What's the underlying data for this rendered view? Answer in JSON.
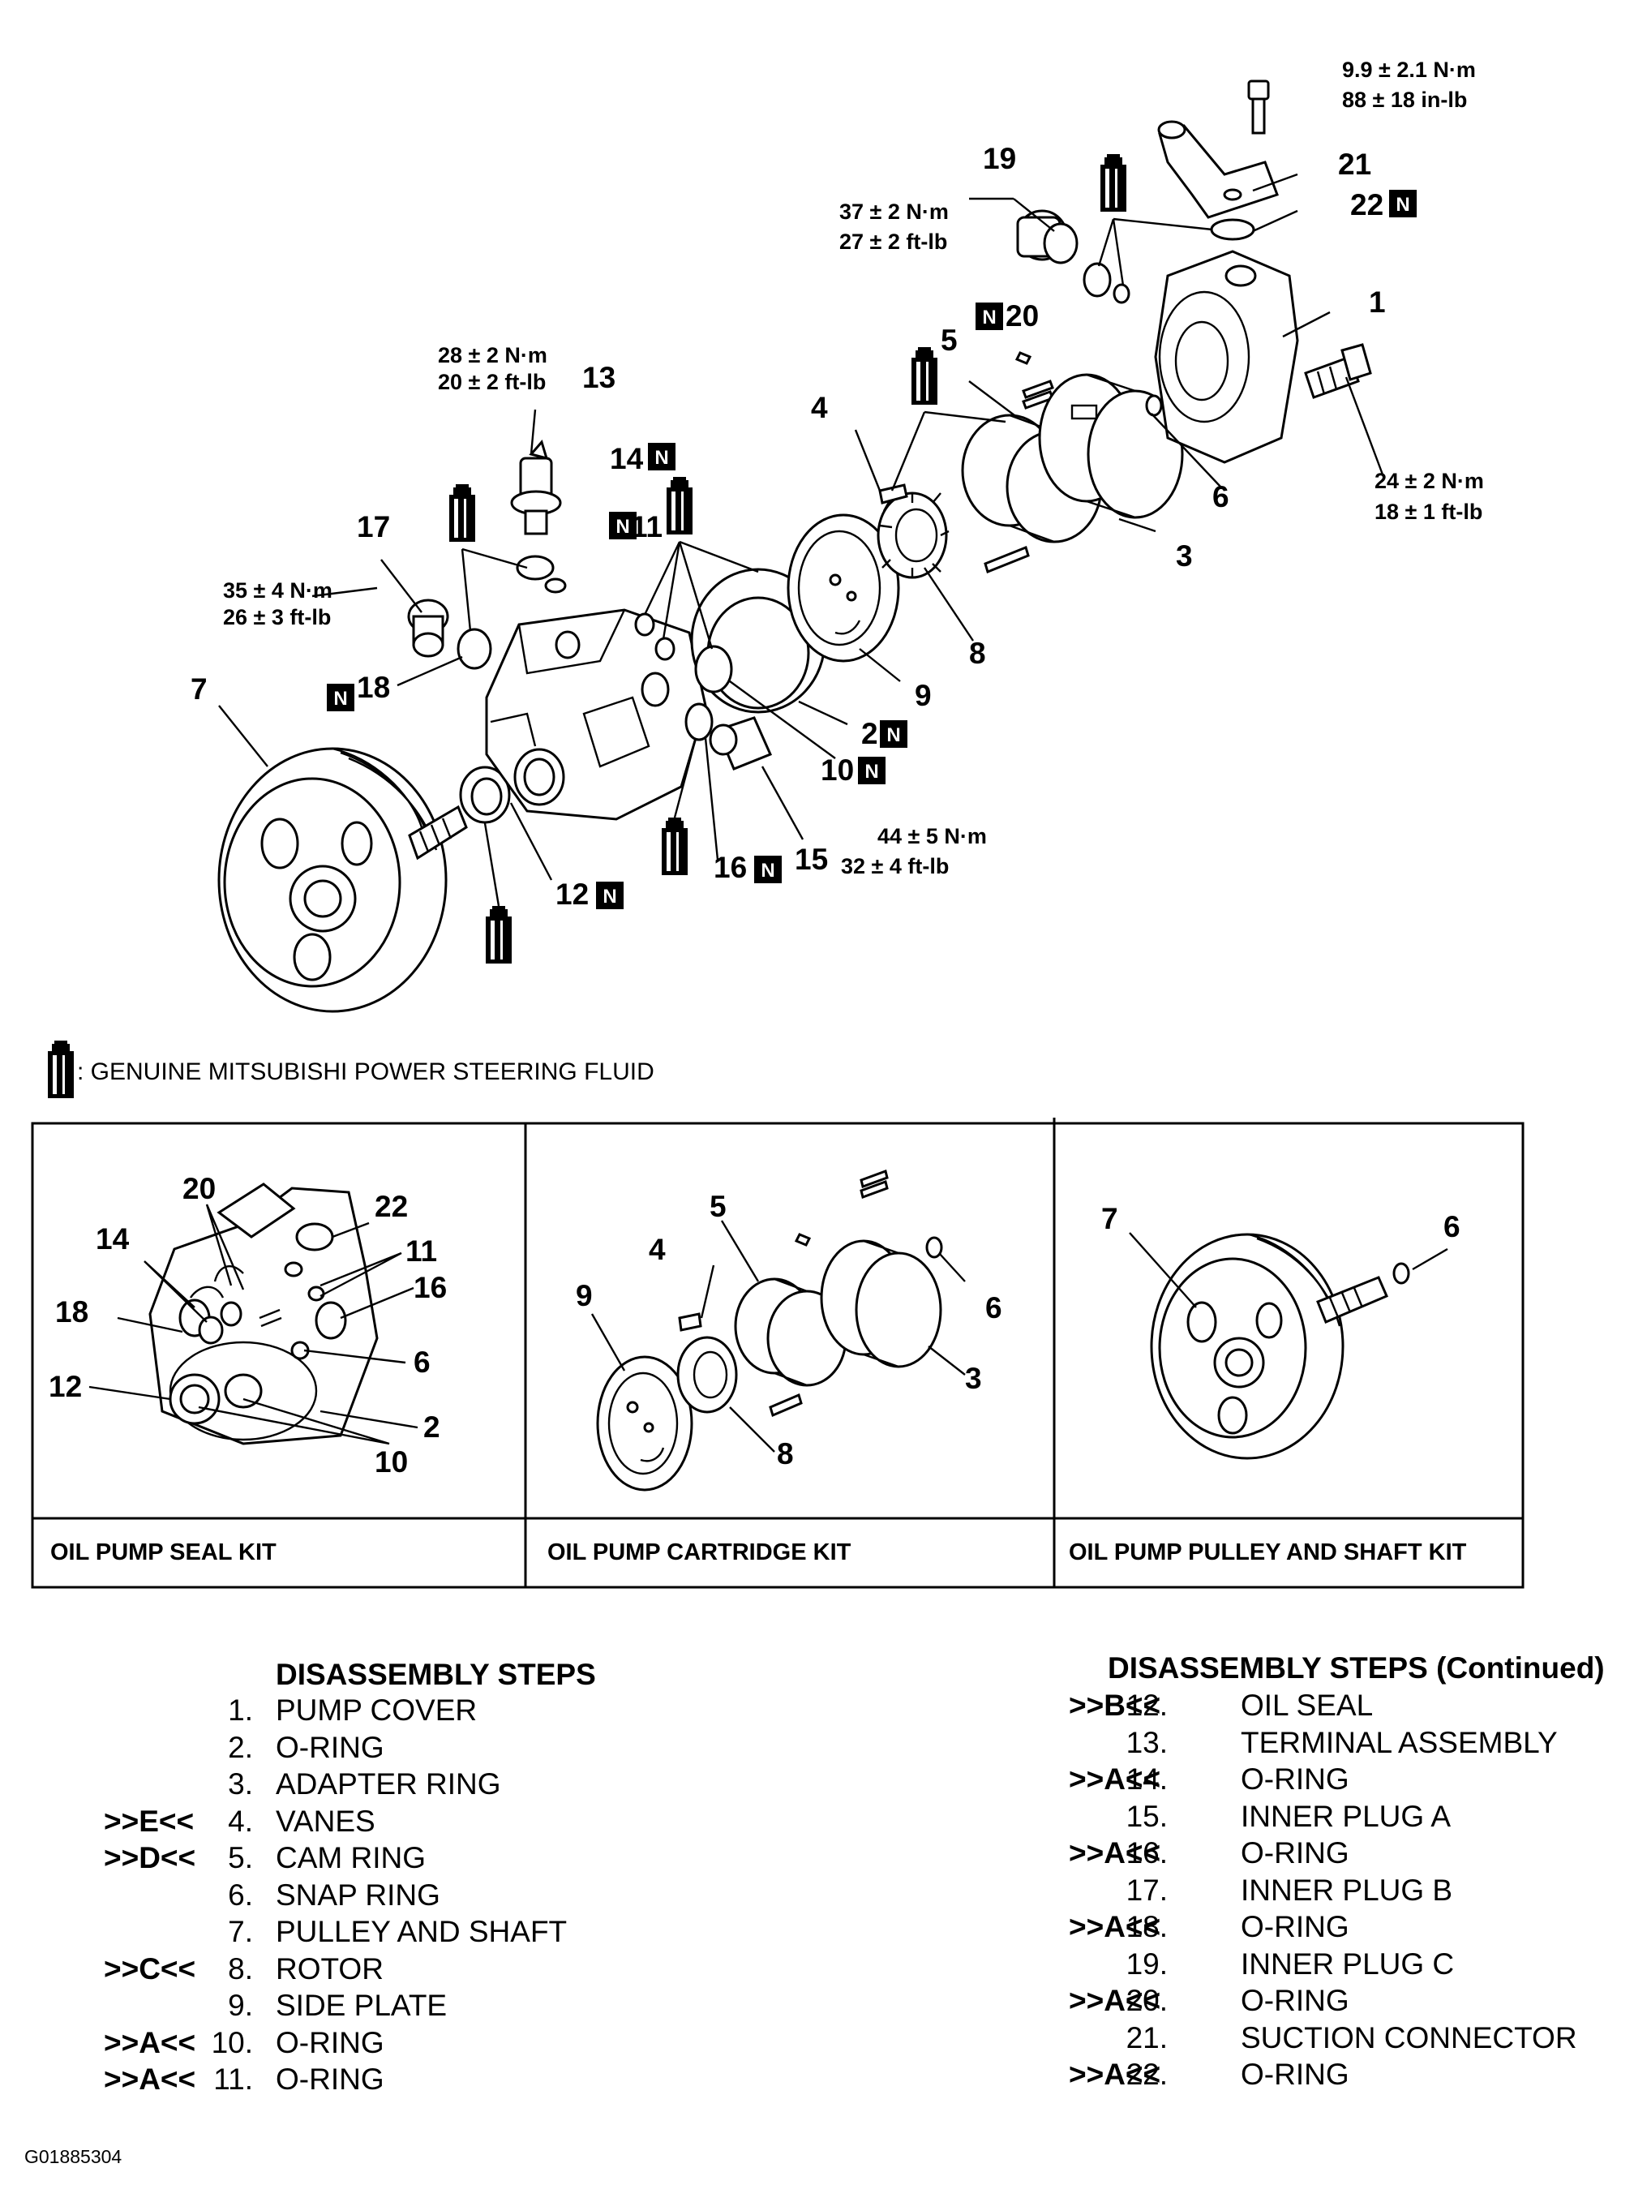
{
  "figure_code": "G01885304",
  "fluid_note": ": GENUINE MITSUBISHI POWER STEERING FLUID",
  "new_part_tag": "N",
  "torque_specs": {
    "t21": [
      "9.9 ± 2.1 N·m",
      "88 ± 18 in-lb"
    ],
    "t19": [
      "37 ± 2 N·m",
      "27 ± 2 ft-lb"
    ],
    "t13": [
      "28 ± 2 N·m",
      "20 ± 2 ft-lb"
    ],
    "t1": [
      "24 ± 2 N·m",
      "18 ± 1 ft-lb"
    ],
    "t17": [
      "35 ± 4 N·m",
      "26 ± 3 ft-lb"
    ],
    "t15": [
      "44 ± 5 N·m",
      "32 ± 4 ft-lb"
    ]
  },
  "callouts": {
    "c1": "1",
    "c2": "2",
    "c3": "3",
    "c4": "4",
    "c5": "5",
    "c6": "6",
    "c7": "7",
    "c8": "8",
    "c9": "9",
    "c10": "10",
    "c11": "11",
    "c12": "12",
    "c13": "13",
    "c14": "14",
    "c15": "15",
    "c16": "16",
    "c17": "17",
    "c18": "18",
    "c19": "19",
    "c20": "20",
    "c21": "21",
    "c22": "22"
  },
  "kits": [
    {
      "label": "OIL PUMP SEAL KIT",
      "callouts": [
        "20",
        "22",
        "14",
        "11",
        "16",
        "18",
        "6",
        "12",
        "2",
        "10"
      ]
    },
    {
      "label": "OIL PUMP CARTRIDGE KIT",
      "callouts": [
        "5",
        "4",
        "9",
        "6",
        "3",
        "8"
      ]
    },
    {
      "label": "OIL PUMP PULLEY AND SHAFT KIT",
      "callouts": [
        "7",
        "6"
      ]
    }
  ],
  "steps_left": {
    "title": "DISASSEMBLY STEPS",
    "items": [
      {
        "mark": "",
        "num": "1.",
        "name": "PUMP COVER"
      },
      {
        "mark": "",
        "num": "2.",
        "name": "O-RING"
      },
      {
        "mark": "",
        "num": "3.",
        "name": "ADAPTER RING"
      },
      {
        "mark": ">>E<<",
        "num": "4.",
        "name": "VANES"
      },
      {
        "mark": ">>D<<",
        "num": "5.",
        "name": "CAM RING"
      },
      {
        "mark": "",
        "num": "6.",
        "name": "SNAP RING"
      },
      {
        "mark": "",
        "num": "7.",
        "name": "PULLEY AND SHAFT"
      },
      {
        "mark": ">>C<<",
        "num": "8.",
        "name": "ROTOR"
      },
      {
        "mark": "",
        "num": "9.",
        "name": "SIDE PLATE"
      },
      {
        "mark": ">>A<<",
        "num": "10.",
        "name": "O-RING"
      },
      {
        "mark": ">>A<<",
        "num": "11.",
        "name": "O-RING"
      }
    ]
  },
  "steps_right": {
    "title": "DISASSEMBLY STEPS (Continued)",
    "items": [
      {
        "mark": ">>B<<",
        "num": "12.",
        "name": "OIL SEAL"
      },
      {
        "mark": "",
        "num": "13.",
        "name": "TERMINAL ASSEMBLY"
      },
      {
        "mark": ">>A<<",
        "num": "14.",
        "name": "O-RING"
      },
      {
        "mark": "",
        "num": "15.",
        "name": "INNER PLUG A"
      },
      {
        "mark": ">>A<<",
        "num": "16.",
        "name": "O-RING"
      },
      {
        "mark": "",
        "num": "17.",
        "name": "INNER PLUG B"
      },
      {
        "mark": ">>A<<",
        "num": "18.",
        "name": "O-RING"
      },
      {
        "mark": "",
        "num": "19.",
        "name": "INNER PLUG C"
      },
      {
        "mark": ">>A<<",
        "num": "20.",
        "name": "O-RING"
      },
      {
        "mark": "",
        "num": "21.",
        "name": "SUCTION CONNECTOR"
      },
      {
        "mark": ">>A<<",
        "num": "22.",
        "name": "O-RING"
      }
    ]
  }
}
